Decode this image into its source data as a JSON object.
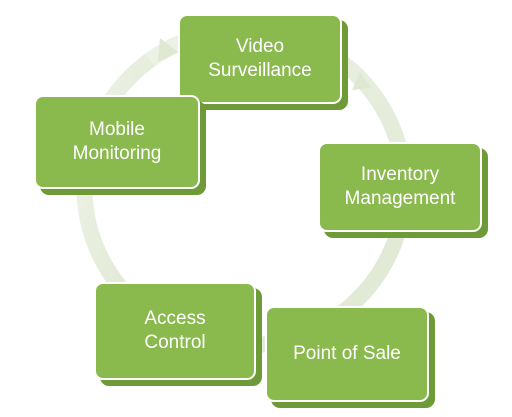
{
  "colors": {
    "box_front": "#8ab94e",
    "box_back": "#6f9a38",
    "box_border": "#ffffff",
    "ring": "#e5eddb",
    "label": "#ffffff"
  },
  "nodes": [
    {
      "id": "video",
      "label": "Video\nSurveillance"
    },
    {
      "id": "inventory",
      "label": "Inventory\nManagement"
    },
    {
      "id": "pos",
      "label": "Point of Sale"
    },
    {
      "id": "access",
      "label": "Access\nControl"
    },
    {
      "id": "mobile",
      "label": "Mobile\nMonitoring"
    }
  ]
}
